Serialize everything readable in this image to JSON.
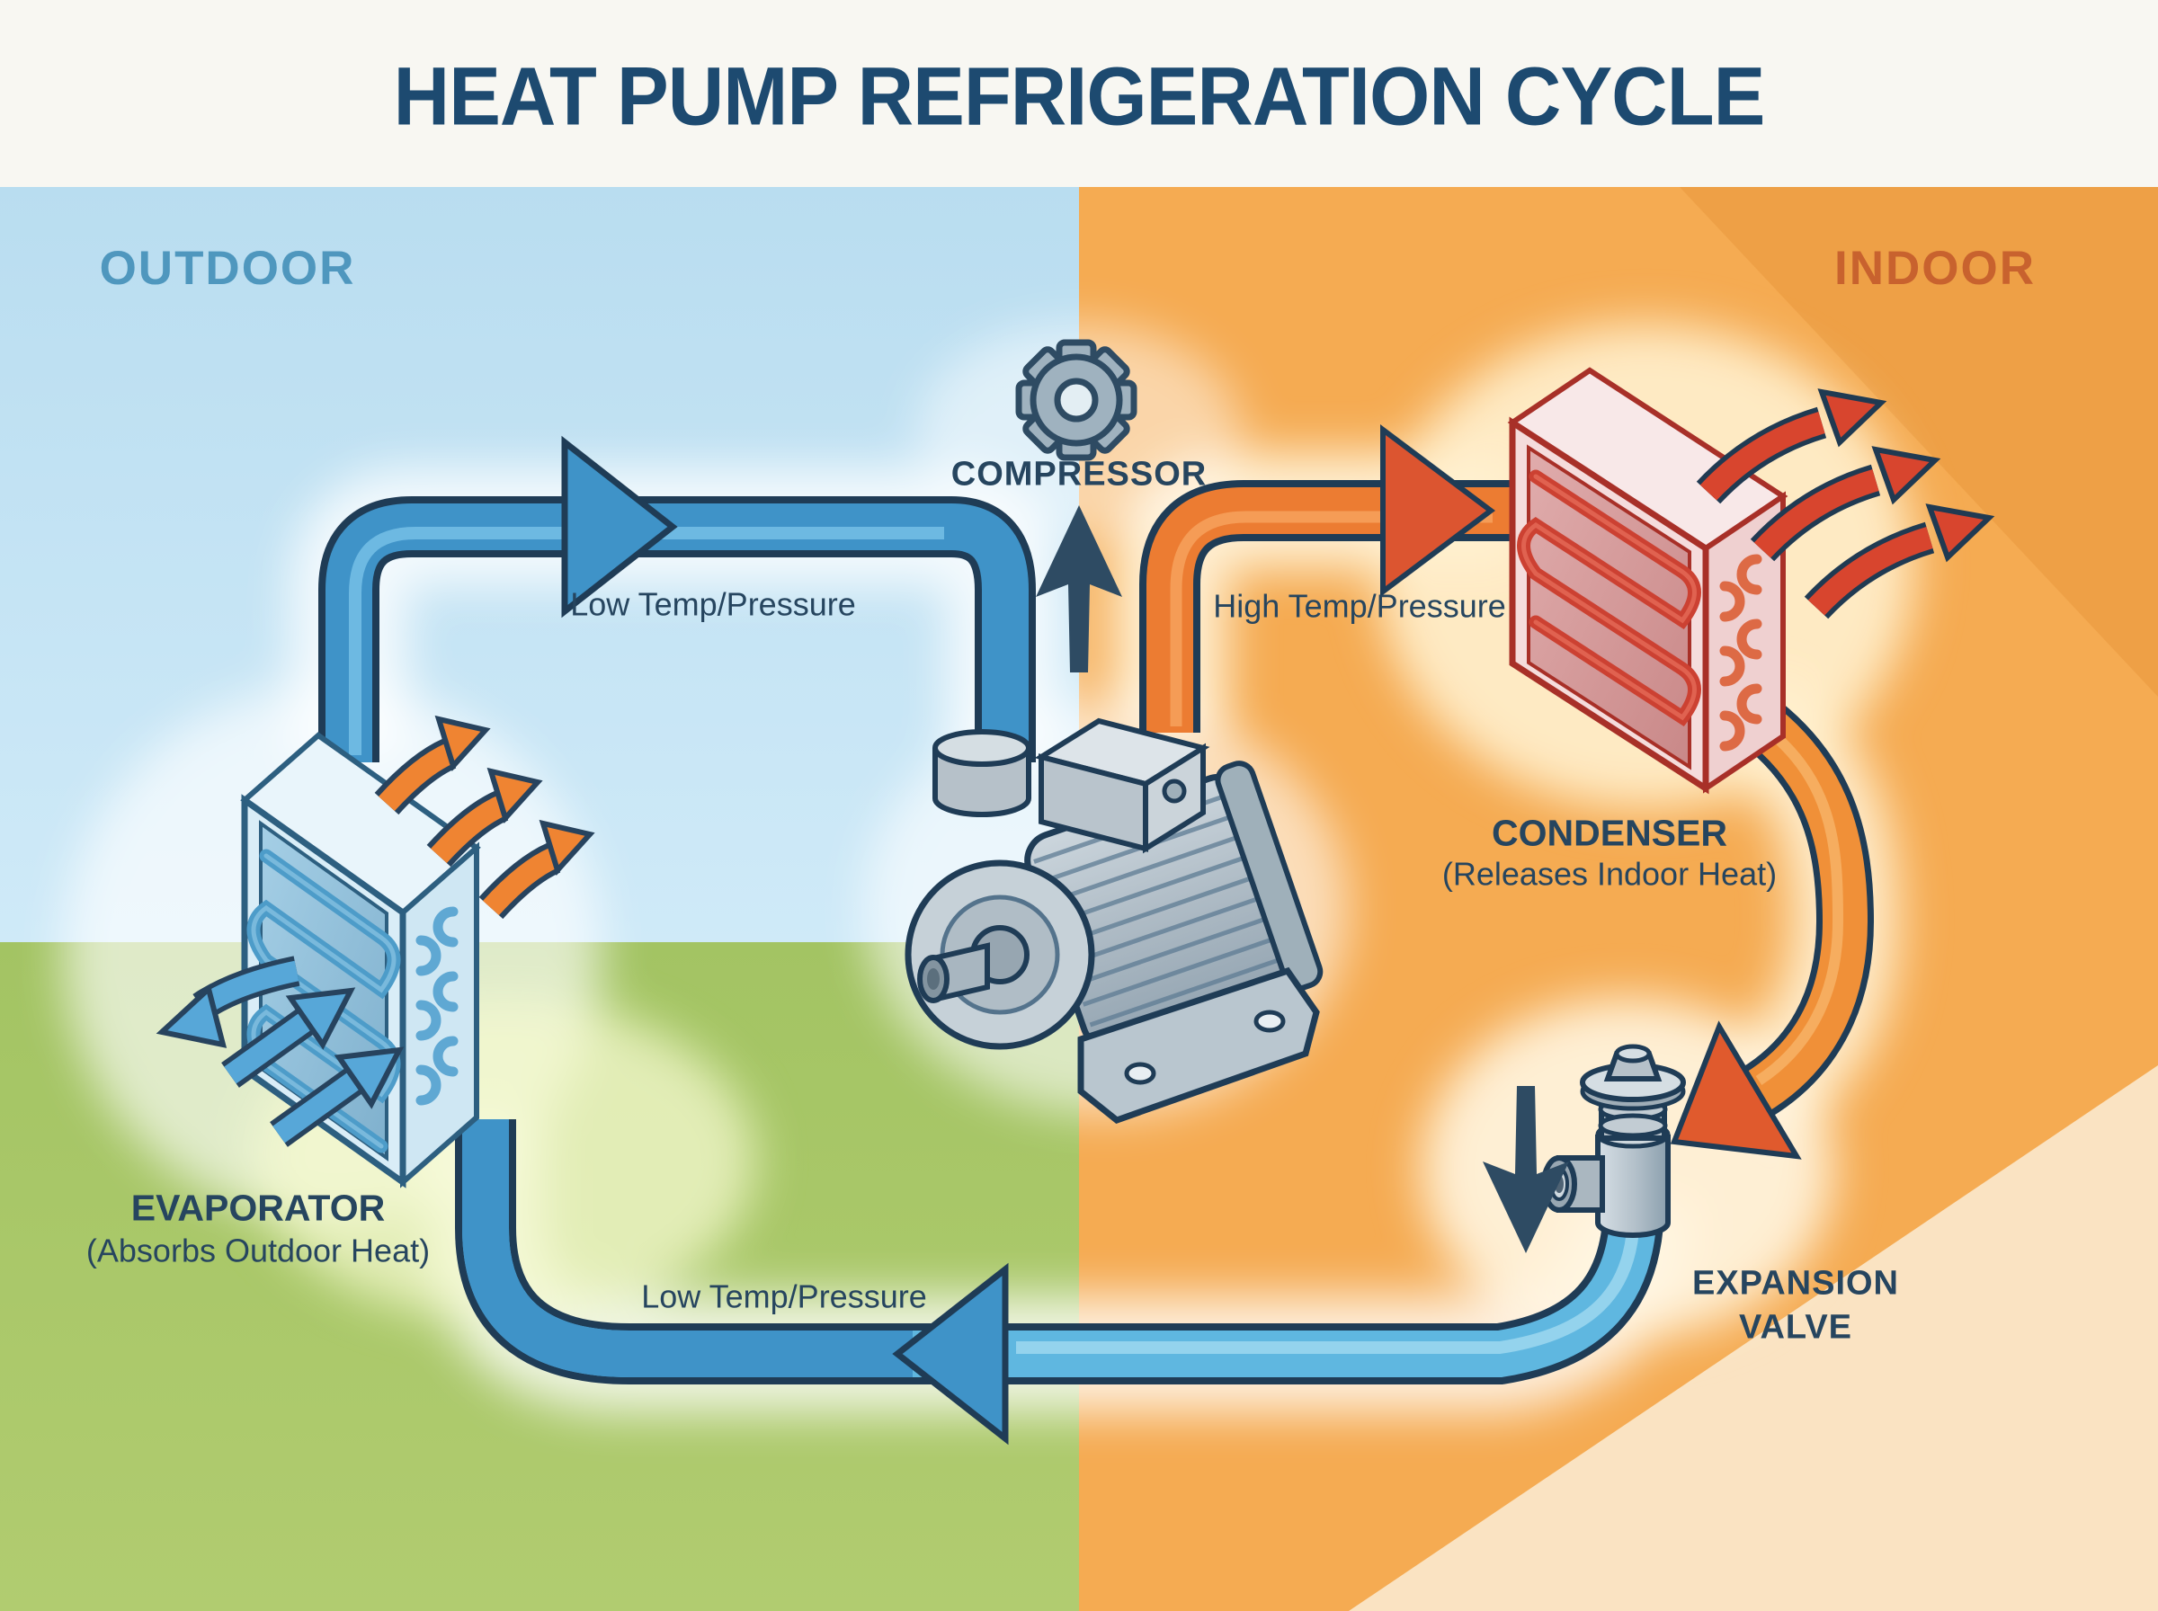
{
  "title": "HEAT PUMP REFRIGERATION CYCLE",
  "zones": {
    "outdoor_label": "OUTDOOR",
    "indoor_label": "INDOOR"
  },
  "components": {
    "compressor_label": "COMPRESSOR",
    "condenser_label": "CONDENSER",
    "condenser_sublabel": "(Releases Indoor Heat)",
    "evaporator_label": "EVAPORATOR",
    "evaporator_sublabel": "(Absorbs Outdoor Heat)",
    "expansion_valve_label_line1": "EXPANSION",
    "expansion_valve_label_line2": "VALVE"
  },
  "pipes": {
    "suction_label": "Low Temp/Pressure",
    "discharge_label": "High Temp/Pressure",
    "return_label": "Low Temp/Pressure"
  },
  "icons": {
    "gear": "gear-icon",
    "up_arrow": "flow-up-arrow-icon",
    "down_arrow": "flow-down-arrow-icon"
  },
  "colors": {
    "low_pressure_blue": "#3f93c8",
    "low_pressure_light_blue": "#5fb7e0",
    "high_pressure_orange": "#ec7c32",
    "hot_arrow_red": "#d8452e",
    "warm_arrow_orange": "#ef8432",
    "cold_arrow_blue": "#57a7d8",
    "outdoor_sky": "#c2e2f2",
    "outdoor_grass": "#a9c968",
    "indoor_wall": "#f5ab52",
    "indoor_floor": "#fae3c2",
    "title_navy": "#1d4a70",
    "label_navy": "#26455f"
  }
}
